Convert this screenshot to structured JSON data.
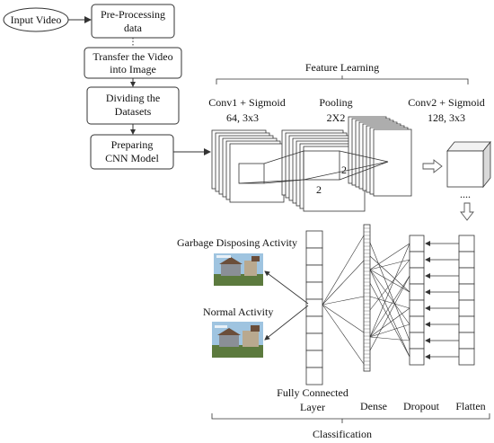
{
  "pipeline": {
    "input": "Input Video",
    "steps": [
      [
        "Pre-Processing",
        "data"
      ],
      [
        "Transfer the Video",
        "into Image"
      ],
      [
        "Dividing the",
        "Datasets"
      ],
      [
        "Preparing",
        "CNN Model"
      ]
    ]
  },
  "feature_learning": {
    "title": "Feature Learning",
    "conv1": [
      "Conv1  + Sigmoid",
      "64, 3x3"
    ],
    "pooling": [
      "Pooling",
      "2X2"
    ],
    "conv2": [
      "Conv2 + Sigmoid",
      "128, 3x3"
    ],
    "dim_a": "2",
    "dim_b": "2",
    "ellipsis": "...."
  },
  "classification": {
    "title": "Classification",
    "outputs": [
      "Garbage Disposing Activity",
      "Normal Activity"
    ],
    "layers": {
      "fully_connected": [
        "Fully Connected",
        "Layer"
      ],
      "dense": "Dense",
      "dropout": "Dropout",
      "flatten": "Flatten"
    }
  },
  "colors": {
    "line": "#333333",
    "box_fill": "#ffffff",
    "sky": "#9fc4e0",
    "building": "#8a8f96",
    "grass": "#5c7a3e"
  }
}
